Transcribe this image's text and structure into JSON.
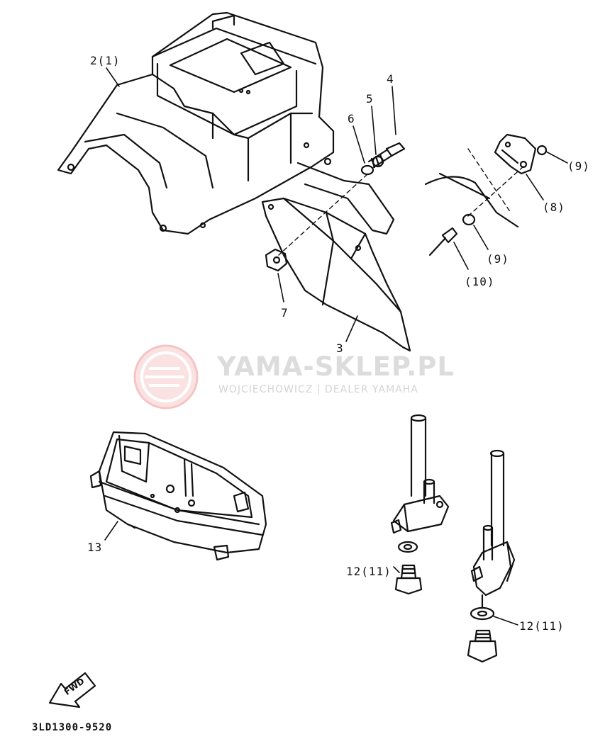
{
  "labels": {
    "p2": "2(1)",
    "p4": "4",
    "p5": "5",
    "p6": "6",
    "p9a": "(9)",
    "p8": "(8)",
    "p9b": "(9)",
    "p10": "(10)",
    "p7": "7",
    "p3": "3",
    "p13": "13",
    "p12a": "12(11)",
    "p12b": "12(11)"
  },
  "watermark": {
    "title": "YAMA-SKLEP.PL",
    "subtitle": "WOJCIECHOWICZ | DEALER YAMAHA",
    "color": "#f0a8a8"
  },
  "fwd": {
    "label": "FWD"
  },
  "diagram_code": "3LD1300-9520",
  "colors": {
    "ink": "#111111",
    "paper": "#ffffff"
  }
}
